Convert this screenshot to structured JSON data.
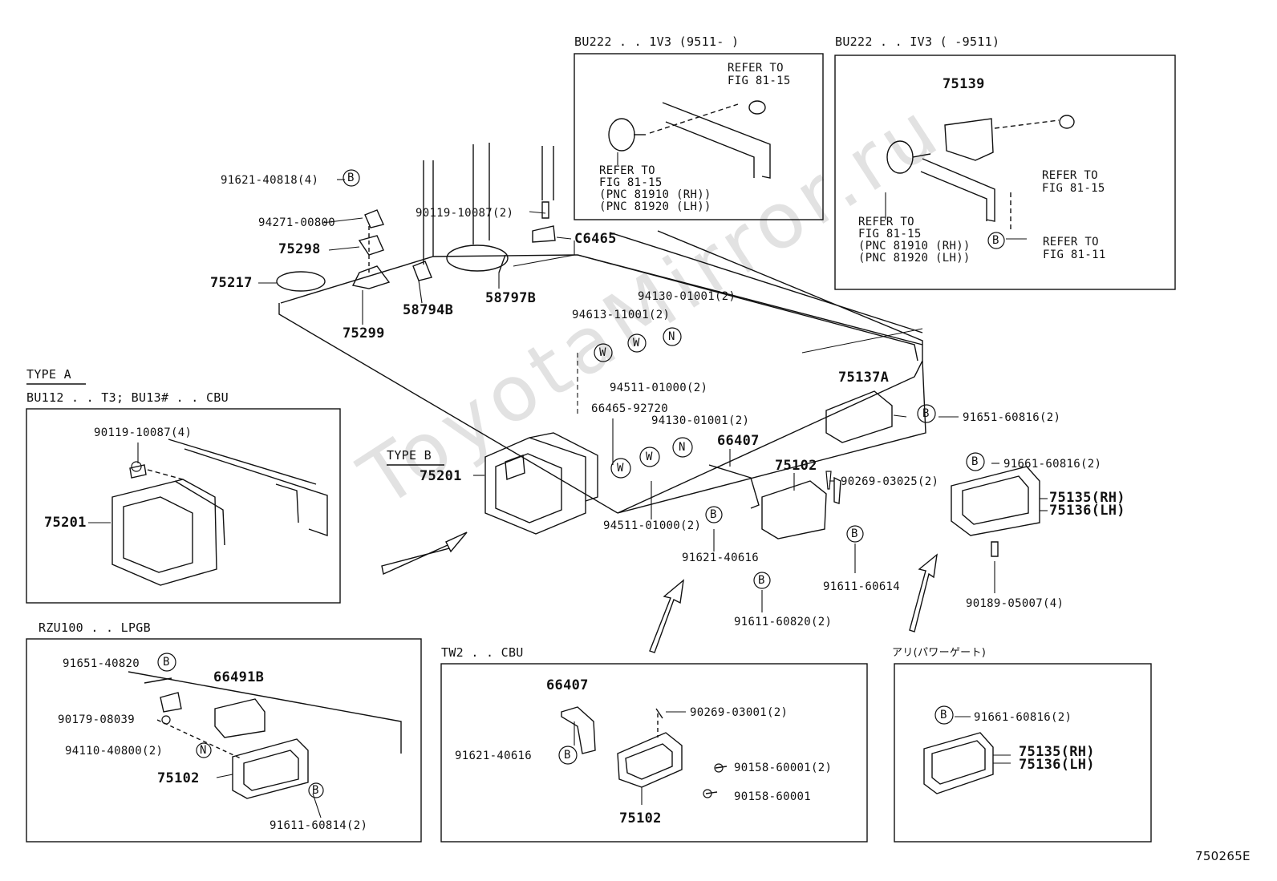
{
  "watermark": "ToyotaMirror.ru",
  "figure_code": "750265E",
  "boxes": {
    "bu_after": "BU222 . . 1V3 (9511-          )",
    "bu_before": "BU222 . . IV3 (          -9511)",
    "type_a": "TYPE A",
    "type_a_models": "BU112 . . T3; BU13# . . CBU",
    "type_b": "TYPE B",
    "rzu": "RZU100 . . LPGB",
    "tw2": "TW2 . . CBU",
    "power_gate": "アリ(パワーゲート)"
  },
  "callouts": {
    "refer_81_15_a": "REFER TO\nFIG 81-15",
    "refer_81_15_b": "REFER TO\nFIG 81-15\n(PNC 81910 (RH))\n(PNC 81920 (LH))",
    "refer_81_15_c": "REFER TO\nFIG 81-15",
    "refer_81_15_d": "REFER TO\nFIG 81-15\n(PNC 81910 (RH))\n(PNC 81920 (LH))",
    "refer_81_11": "REFER TO\nFIG 81-11"
  },
  "parts": {
    "p75139": "75139",
    "p91621_40818": "91621-40818(4)",
    "p94271": "94271-00800",
    "p90119_2": "90119-10087(2)",
    "pC6465": "C6465",
    "p75298": "75298",
    "p75217": "75217",
    "p75299": "75299",
    "p58794B": "58794B",
    "p58797B": "58797B",
    "p94130_top": "94130-01001(2)",
    "p94613": "94613-11001(2)",
    "p94511_top": "94511-01000(2)",
    "p75137A": "75137A",
    "p91651_60816": "91651-60816(2)",
    "p66465": "66465-92720",
    "p94130_mid": "94130-01001(2)",
    "p66407_main": "66407",
    "p75102_main": "75102",
    "p90269_03025": "90269-03025(2)",
    "p91661_main": "91661-60816(2)",
    "p75135_main": "75135(RH)",
    "p75136_main": "75136(LH)",
    "p75201_b": "75201",
    "p94511_mid": "94511-01000(2)",
    "p91621_40616_main": "91621-40616",
    "p91611_60614": "91611-60614",
    "p91611_60820": "91611-60820(2)",
    "p90189": "90189-05007(4)",
    "p90119_4": "90119-10087(4)",
    "p75201_a": "75201",
    "p91651_40820": "91651-40820",
    "p66491B": "66491B",
    "p90179": "90179-08039",
    "p94110": "94110-40800(2)",
    "p75102_rzu": "75102",
    "p91611_60814": "91611-60814(2)",
    "p66407_tw2": "66407",
    "p90269_03001": "90269-03001(2)",
    "p91621_40616_tw2": "91621-40616",
    "p90158_60001_2": "90158-60001(2)",
    "p90158_60001": "90158-60001",
    "p75102_tw2": "75102",
    "p91661_pg": "91661-60816(2)",
    "p75135_pg": "75135(RH)",
    "p75136_pg": "75136(LH)"
  },
  "symbols": {
    "bolt": "B",
    "washer": "W",
    "nut": "N"
  }
}
